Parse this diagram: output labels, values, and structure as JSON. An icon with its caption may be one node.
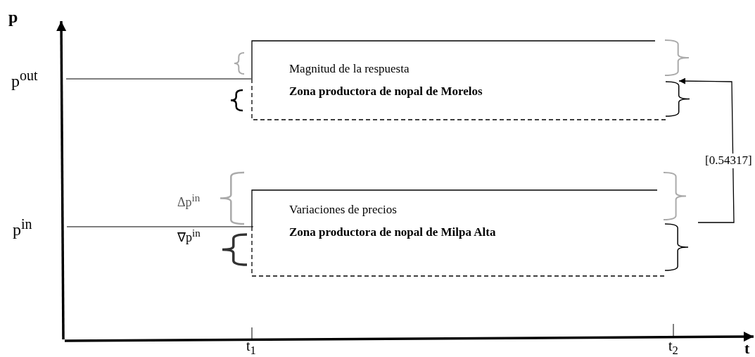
{
  "diagram": {
    "nodes": [
      {
        "text": [
          "Magnitud de la respuesta",
          "Zona productora de nopal de Morelos"
        ]
      },
      {
        "text": [
          "Variaciones de precios",
          "Zona productora de nopal de Milpa Alta"
        ]
      }
    ],
    "edges": [
      {
        "from": 1,
        "to": 0,
        "arrow": "to",
        "label": "[0.54317]"
      }
    ],
    "labels": [
      "p",
      "p$^{out}$",
      "Δp$^{in}$",
      "p$^{in}$",
      "∇p$^{in}$",
      "t$_{1}$",
      "t$_{2}$",
      "t"
    ]
  }
}
